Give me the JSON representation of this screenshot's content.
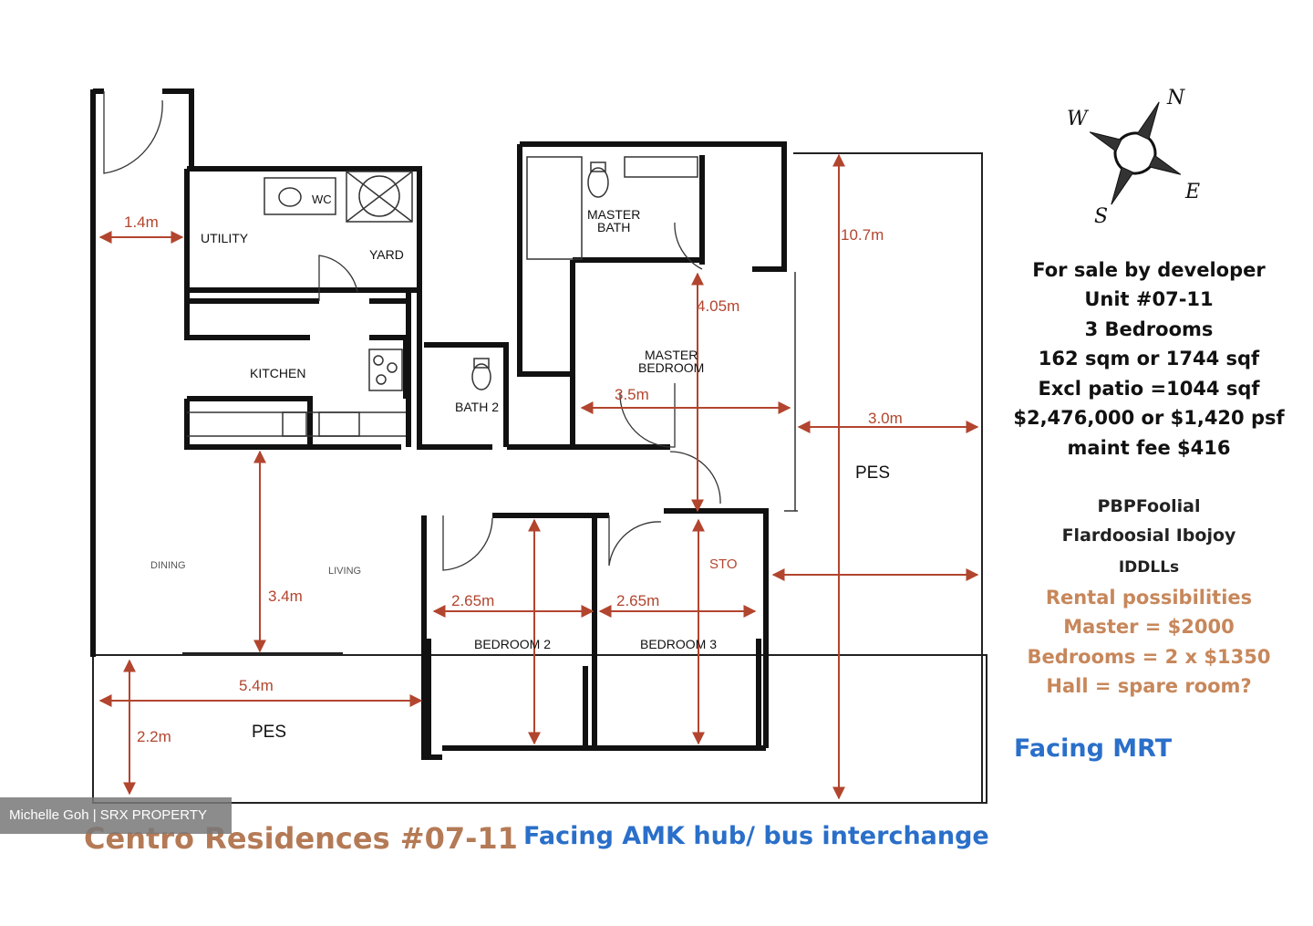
{
  "rooms": {
    "utility": "UTILITY",
    "wc": "WC",
    "yard": "YARD",
    "kitchen": "KITCHEN",
    "master_bath": "MASTER\nBATH",
    "master_bedroom": "MASTER\nBEDROOM",
    "bath2": "BATH 2",
    "bedroom2": "BEDROOM 2",
    "bedroom3": "BEDROOM 3",
    "pes_right": "PES",
    "pes_bottom": "PES",
    "dining": "DINING",
    "living": "LIVING",
    "store_label": "STO"
  },
  "dimensions": {
    "d1": "1.4m",
    "d2": "10.7m",
    "d3": "4.05m",
    "d4": "3.5m",
    "d5": "3.0m",
    "d6": "3.4m",
    "d7": "2.65m",
    "d8": "2.65m",
    "d9": "5.4m",
    "d10": "2.2m"
  },
  "compass": {
    "n": "N",
    "e": "E",
    "s": "S",
    "w": "W"
  },
  "info": {
    "line1": "For sale by developer",
    "line2": "Unit #07-11",
    "line3": "3 Bedrooms",
    "line4": "162 sqm or 1744 sqf",
    "line5": "Excl patio =1044 sqf",
    "line6": "$2,476,000 or $1,420 psf",
    "line7": "maint fee $416"
  },
  "faint_text": {
    "f1": "PBPFoolial",
    "f2": "Flardoosial Ibojoy",
    "f3": "IDDLLs"
  },
  "rental": {
    "line1": "Rental possibilities",
    "line2": "Master = $2000",
    "line3": "Bedrooms = 2 x $1350",
    "line4": "Hall = spare room?"
  },
  "footer": {
    "facing_mrt": "Facing MRT",
    "project": "Centro Residences #07-11",
    "facing_hub": "Facing AMK hub/ bus interchange",
    "watermark": "Michelle Goh | SRX PROPERTY"
  },
  "colors": {
    "dimension": "#b2452e",
    "blue": "#2a6fc9",
    "brown": "#b47a56",
    "wall": "#111111"
  }
}
